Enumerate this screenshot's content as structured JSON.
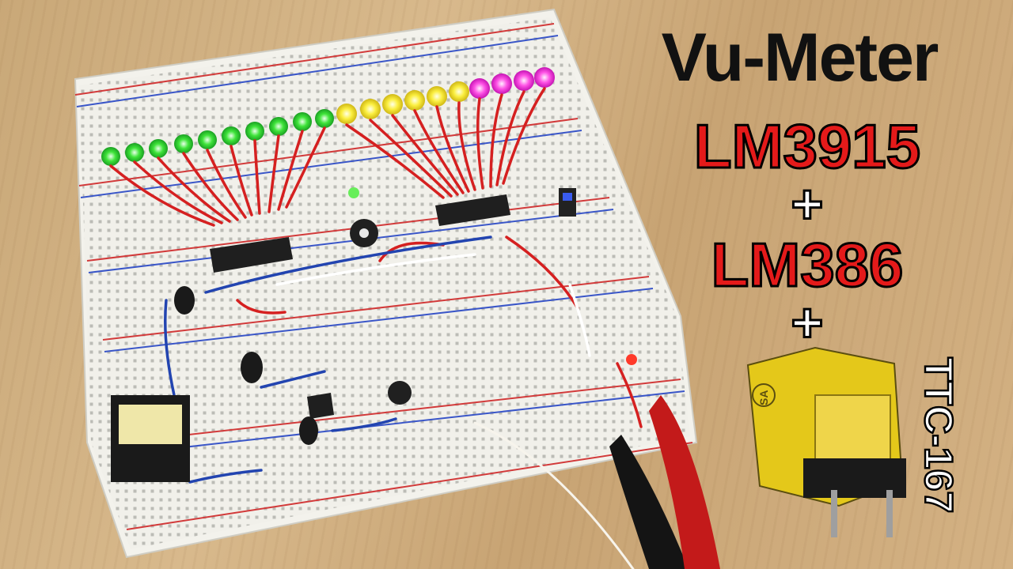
{
  "title": "Vu-Meter",
  "chip_1": "LM3915",
  "plus_1": "+",
  "chip_2": "LM386",
  "plus_2": "+",
  "transformer_label": "TTC-167",
  "led_colors": {
    "green": "#38e23a",
    "yellow": "#f6f03a",
    "magenta": "#ff48e2"
  }
}
